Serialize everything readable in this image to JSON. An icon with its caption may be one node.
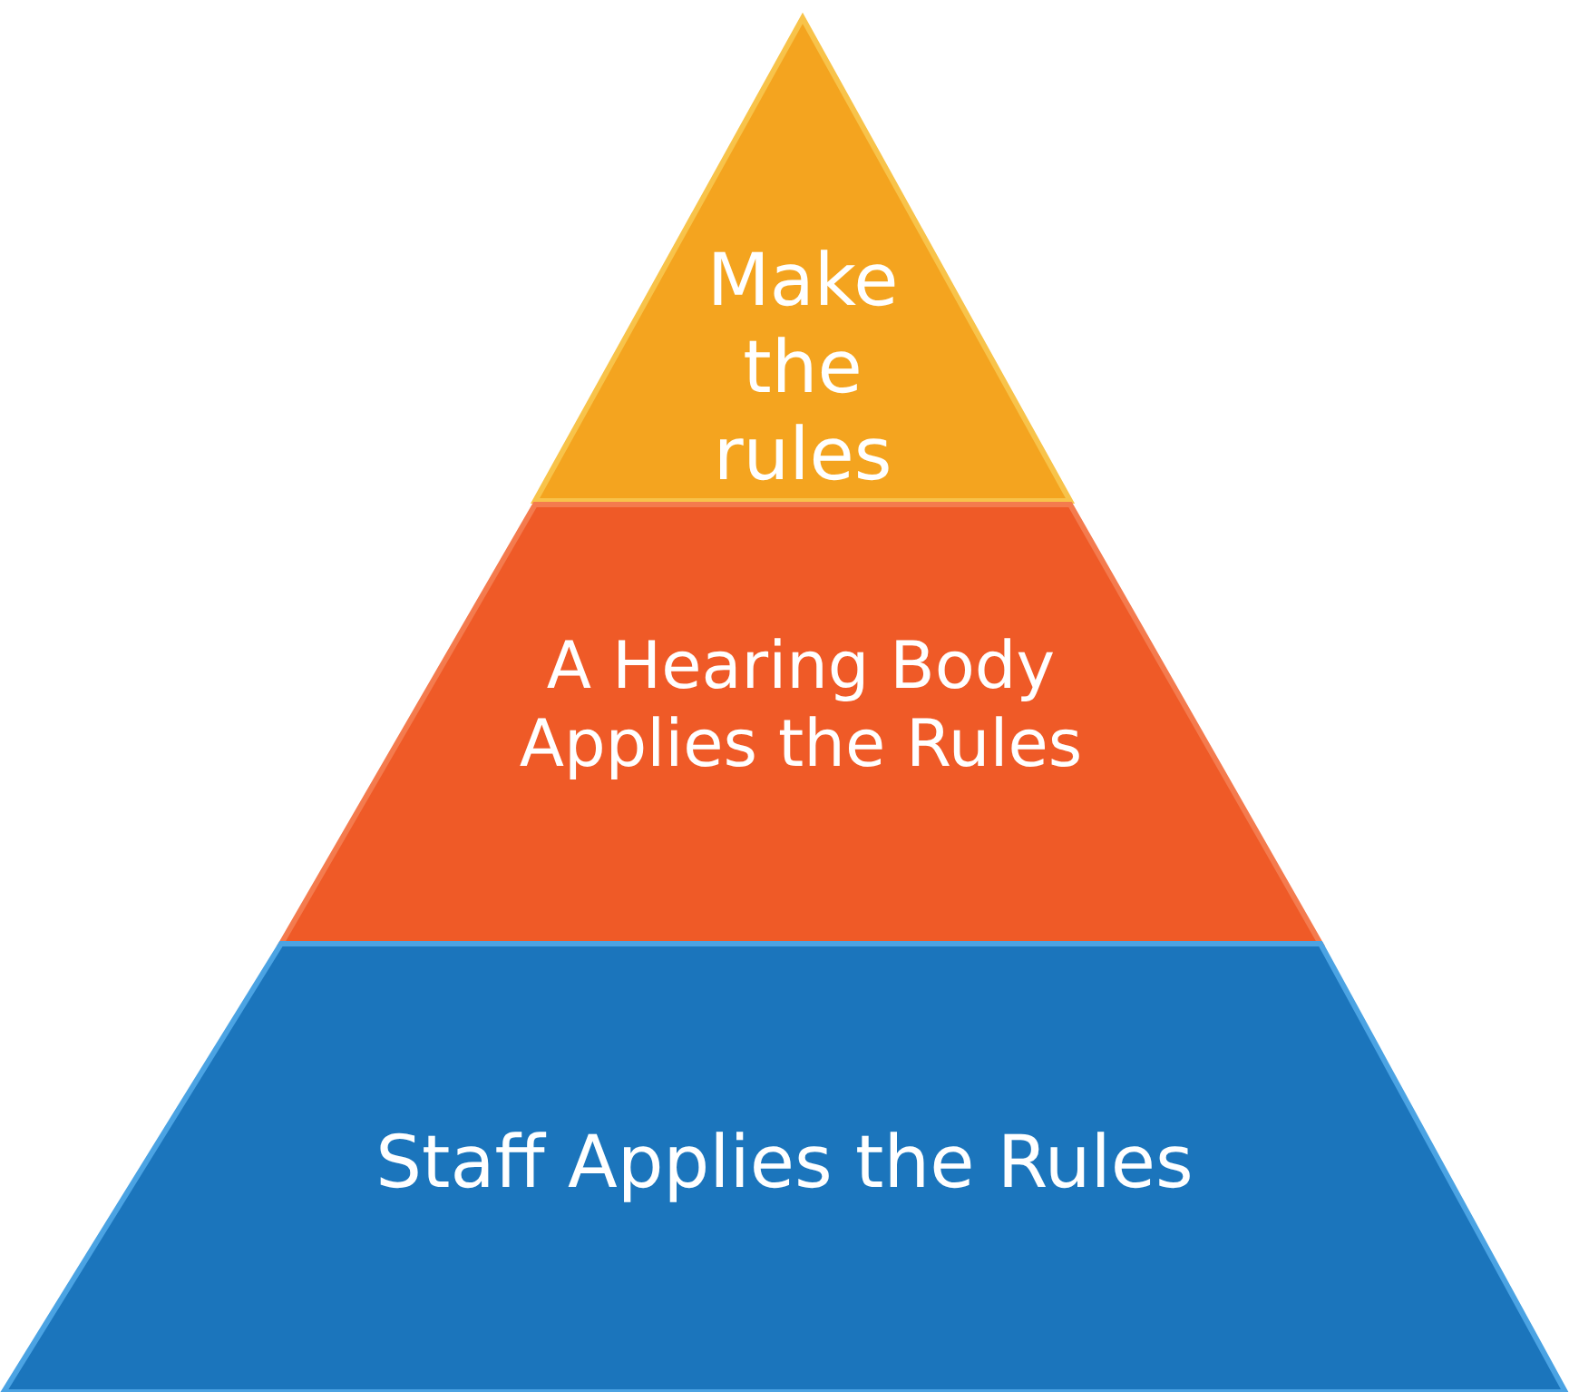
{
  "diagram": {
    "nodes": [
      {
        "text": [
          "Make the rules"
        ]
      },
      {
        "text": [
          "A Hearing Body Applies the Rules"
        ]
      },
      {
        "text": [
          "Staff Applies the Rules"
        ]
      }
    ]
  }
}
